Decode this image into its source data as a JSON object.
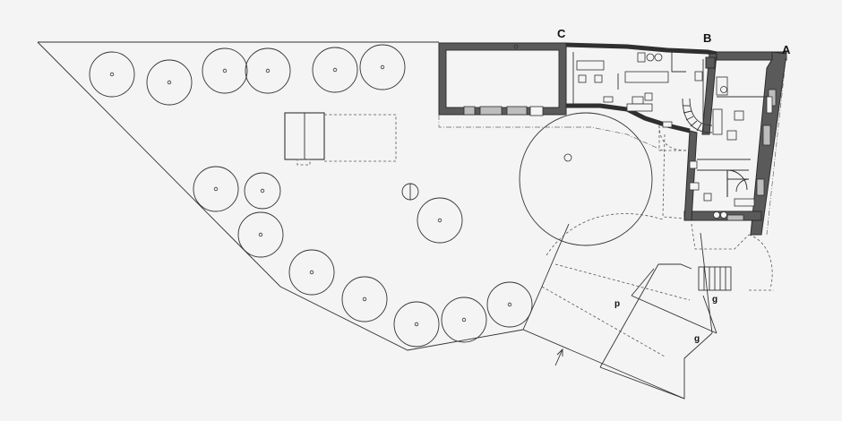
{
  "labels": {
    "corner_a": "A",
    "corner_b": "B",
    "corner_c": "C",
    "mark_p": "p",
    "mark_g_upper": "g",
    "mark_g_lower": "g"
  },
  "icons": [
    "tree-icon",
    "entrance-arrow-icon",
    "staircase-icon"
  ]
}
